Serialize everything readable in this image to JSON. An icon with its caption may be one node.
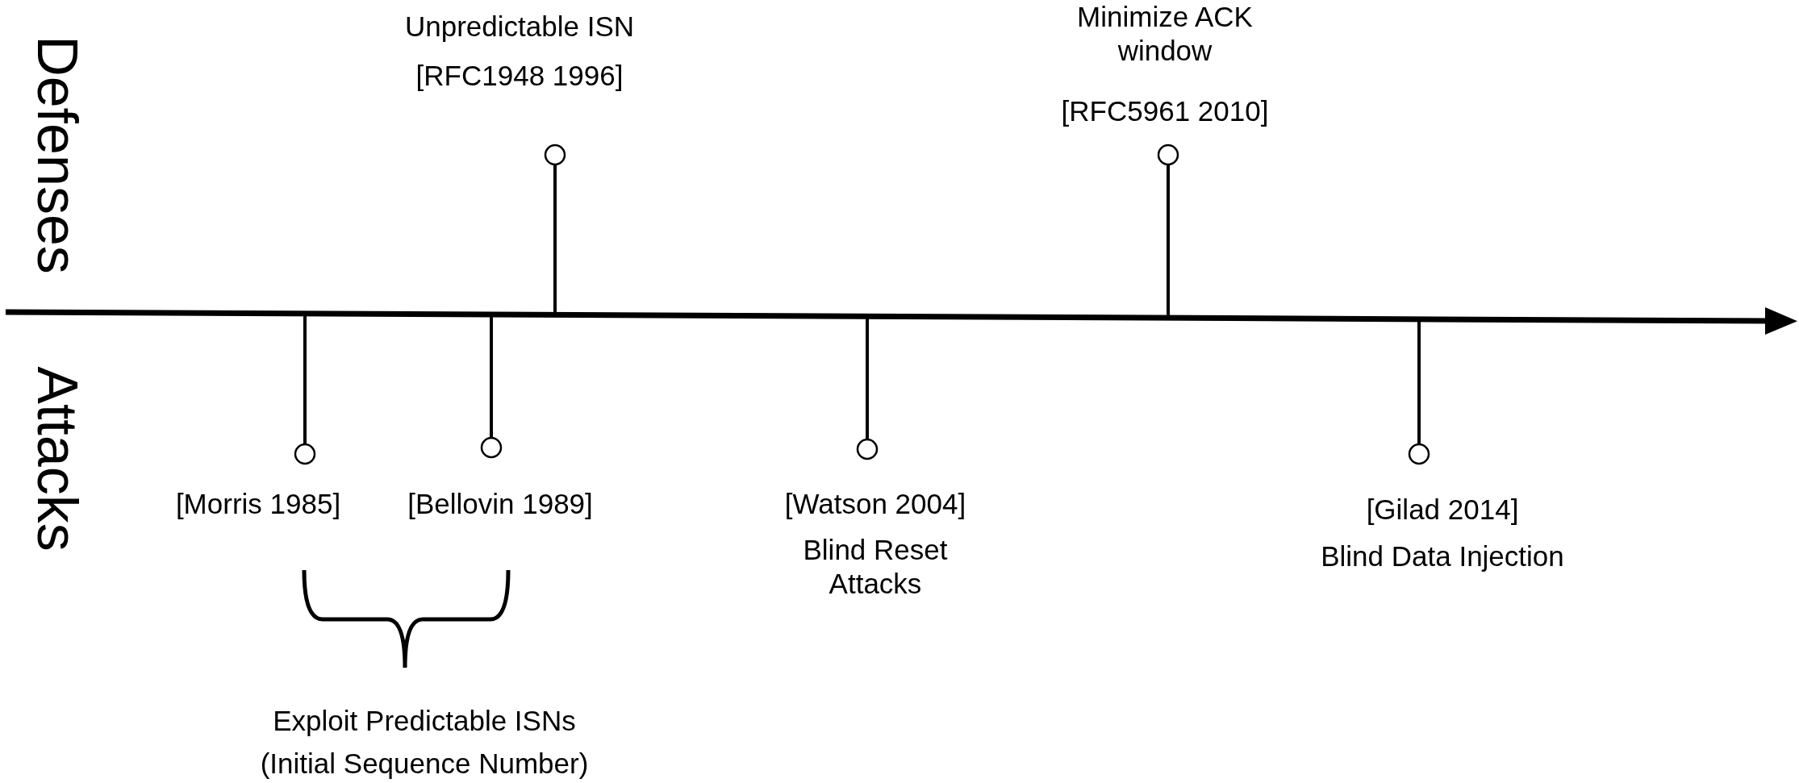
{
  "diagram": {
    "labels": [
      "Defenses",
      "Unpredictable ISN",
      "[RFC1948 1996]",
      "Minimize ACK window",
      "[RFC5961 2010]",
      "Attacks",
      "[Morris 1985]",
      "[Bellovin 1989]",
      "[Watson 2004]",
      "Blind Reset Attacks",
      "[Gilad 2014]",
      "Blind Data Injection",
      "Exploit Predictable ISNs",
      "(Initial Sequence Number)"
    ]
  }
}
